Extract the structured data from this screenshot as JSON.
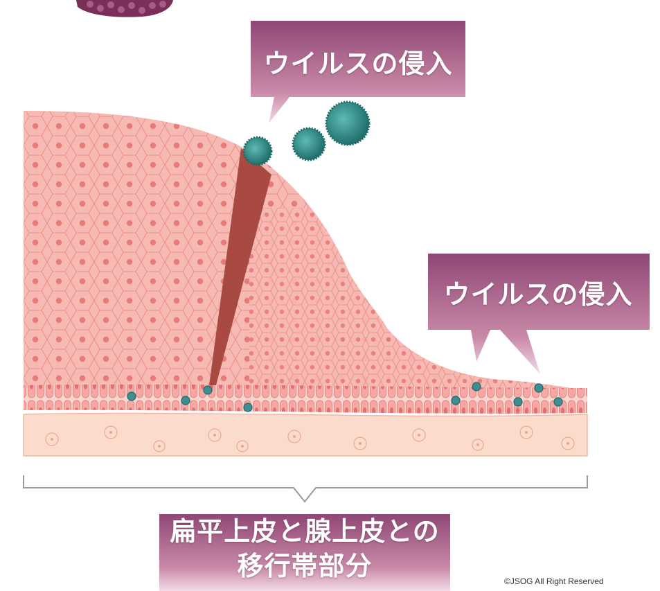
{
  "callouts": {
    "top": "ウイルスの侵入",
    "right": "ウイルスの侵入"
  },
  "bottom_label": {
    "line1": "扁平上皮と腺上皮との",
    "line2": "移行帯部分"
  },
  "copyright": "©JSOG All Right Reserved",
  "colors": {
    "callout_dark": "#9a4f7a",
    "callout_light": "#f2d6e4",
    "tissue": "#f6b5b0",
    "cell_outline": "#e98a85",
    "nucleus": "#e77c7c",
    "wedge": "#a84a42",
    "virus": "#2f8f8a",
    "stroma": "#f9d8c8"
  }
}
